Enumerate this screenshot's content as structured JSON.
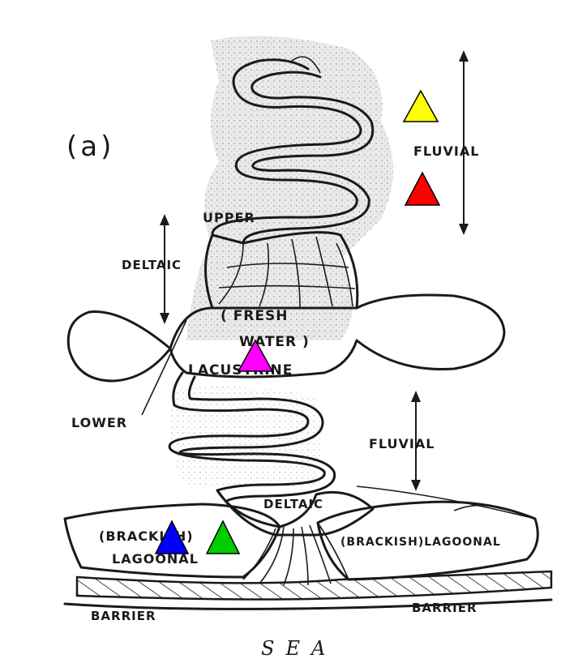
{
  "figure": {
    "panel_label": "(a)",
    "labels": {
      "fluvial_upper": "FLUVIAL",
      "upper": "UPPER",
      "deltaic_upper": "DELTAIC",
      "fresh": "( FRESH",
      "water": "WATER )",
      "lacustrine": "LACUSTRINE",
      "lower": "LOWER",
      "fluvial_lower": "FLUVIAL",
      "deltaic_lower": "DELTAIC",
      "brackish_left": "(BRACKISH)",
      "lagoonal_left": "LAGOONAL",
      "brackish_right": "(BRACKISH)LAGOONAL",
      "barrier_left": "BARRIER",
      "barrier_right": "BARRIER",
      "sea": "SEA"
    },
    "markers": [
      {
        "name": "yellow-triangle",
        "color": "#ffff00"
      },
      {
        "name": "red-triangle",
        "color": "#ff0000"
      },
      {
        "name": "magenta-triangle",
        "color": "#ff00ff"
      },
      {
        "name": "blue-triangle",
        "color": "#0000ff"
      },
      {
        "name": "green-triangle",
        "color": "#00cc00"
      }
    ]
  }
}
